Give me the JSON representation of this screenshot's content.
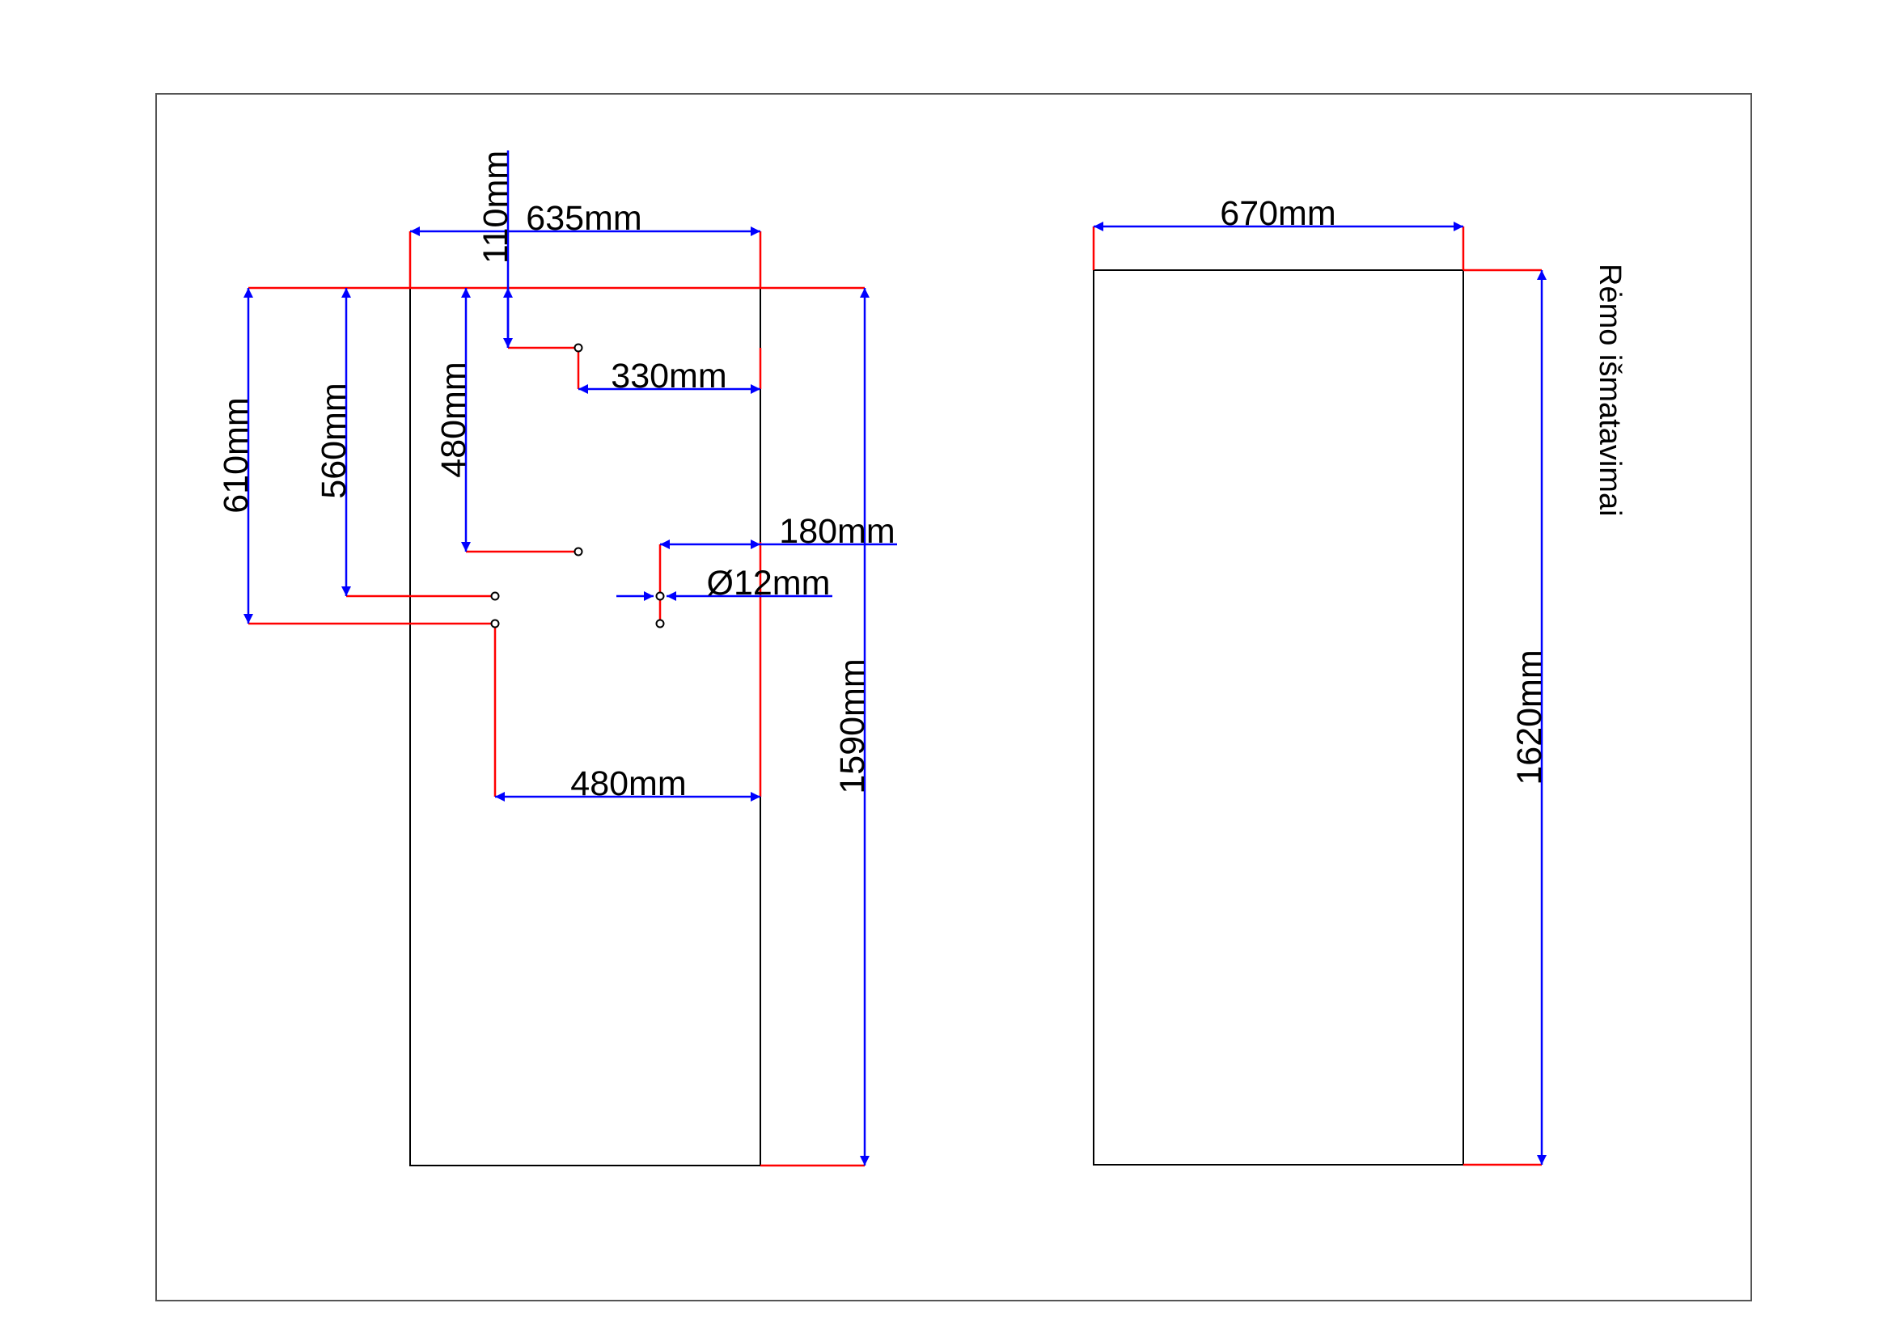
{
  "colors": {
    "outline": "#000000",
    "extension_line": "#ff0000",
    "dimension_line": "#0000ff",
    "background": "#ffffff"
  },
  "left_panel": {
    "dimensions": {
      "width_top": "635mm",
      "hole_top_offset": "110mm",
      "hole_right_offset": "330mm",
      "hole_vertical_480": "480mm",
      "hole_vertical_560": "560mm",
      "hole_vertical_610": "610mm",
      "hole_right_180": "180mm",
      "hole_diameter": "Ø12mm",
      "hole_bottom_480": "480mm",
      "height": "1590mm"
    }
  },
  "right_panel": {
    "dimensions": {
      "width": "670mm",
      "height": "1620mm"
    },
    "note": "Rėmo išmatavimai"
  }
}
